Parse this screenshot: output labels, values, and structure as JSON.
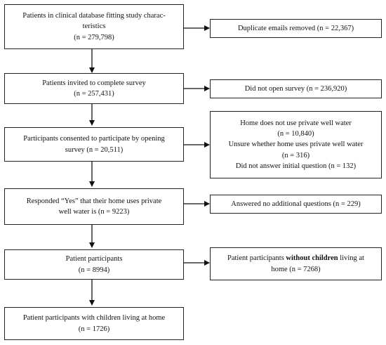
{
  "flowchart": {
    "main_boxes": [
      {
        "lines": [
          "Patients in clinical database fitting study charac-",
          "teristics",
          "(n = 279,798)"
        ]
      },
      {
        "lines": [
          "Patients invited to complete survey",
          "(n = 257,431)"
        ]
      },
      {
        "lines": [
          "Participants consented to participate by opening",
          "survey (n = 20,511)"
        ]
      },
      {
        "lines": [
          "Responded “Yes” that their home uses private",
          "well water is (n = 9223)"
        ]
      },
      {
        "lines": [
          "Patient participants",
          "(n = 8994)"
        ]
      },
      {
        "lines": [
          "Patient participants with children living at home",
          "(n = 1726)"
        ]
      }
    ],
    "side_boxes": [
      {
        "lines": [
          "Duplicate emails removed (n = 22,367)"
        ]
      },
      {
        "lines": [
          "Did not open survey (n = 236,920)"
        ]
      },
      {
        "lines": [
          "Home does not use private well water",
          "(n = 10,840)",
          "Unsure whether home uses private well water",
          "(n = 316)",
          "Did not answer initial question (n = 132)"
        ]
      },
      {
        "lines": [
          "Answered no additional questions (n = 229)"
        ]
      },
      {
        "pre": "Patient participants ",
        "bold": "without children",
        "post": " living at",
        "line2": "home (n = 7268)"
      }
    ]
  }
}
